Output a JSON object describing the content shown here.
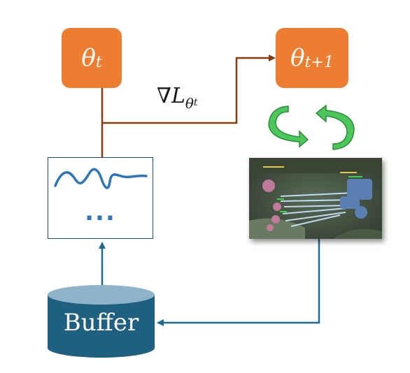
{
  "nodes": {
    "theta_t": {
      "symbol": "θ",
      "subscript": "t"
    },
    "theta_t1": {
      "symbol": "θ",
      "subscript": "t+1"
    },
    "gradient": {
      "symbol": "∇",
      "loss": "L",
      "sub_symbol": "θ",
      "sub_sub": "t"
    },
    "model": {
      "ellipsis": "..."
    },
    "buffer": {
      "label": "Buffer"
    }
  },
  "colors": {
    "param_box": "#ED7D31",
    "gradient_arrow": "#843C0C",
    "data_arrow": "#1F6A8F",
    "buffer_fill": "#1F5F7F",
    "buffer_top": "#7FA9C2",
    "cycle_icon": "#3CB54A",
    "model_curve": "#2E75B6"
  },
  "icons": [
    "update-cycle-icon",
    "buffer-cylinder-icon",
    "game-screenshot-image"
  ]
}
